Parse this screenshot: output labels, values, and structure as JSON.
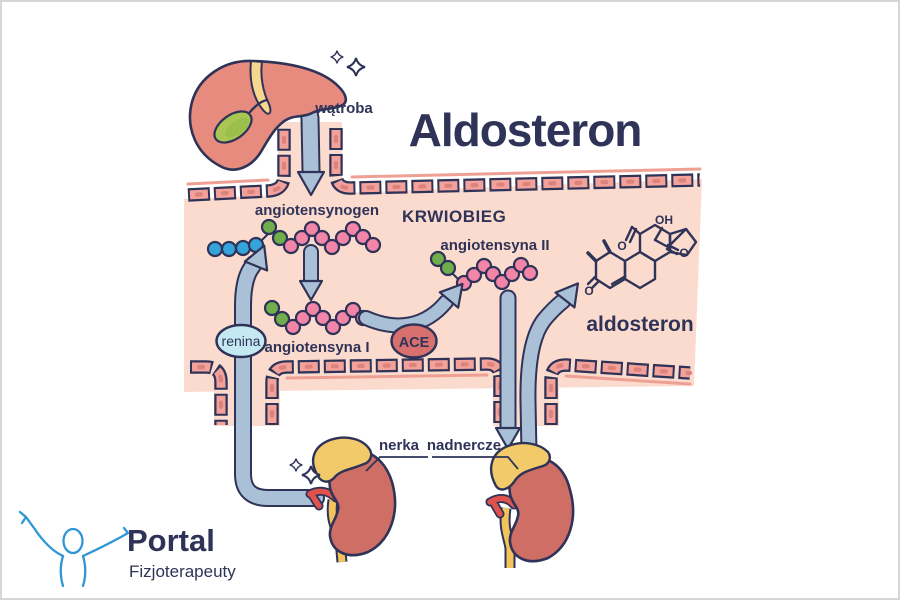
{
  "title": "Aldosteron",
  "vessel": {
    "label": "KRWIOBIEG"
  },
  "organs": {
    "liver": "wątroba",
    "kidney": "nerka",
    "adrenal": "nadnercze"
  },
  "molecules": {
    "angiotensinogen": "angiotensynogen",
    "angiotensin_i": "angiotensyna I",
    "angiotensin_ii": "angiotensyna II",
    "aldosterone": "aldosteron"
  },
  "enzymes": {
    "renin": "renina",
    "ace": "ACE"
  },
  "chem": {
    "oh": "OH",
    "o": "O"
  },
  "logo": {
    "brand": "Portal",
    "subtitle": "Fizjoterapeuty"
  },
  "colors": {
    "navy": "#2e3357",
    "vessel_fill": "#fcdbcf",
    "wall_cell": "#f2a29b",
    "arrow": "#a9c0d6",
    "bead_pink": "#f285a8",
    "bead_green": "#6fae4a",
    "bead_blue": "#35a3dc",
    "bloodstream_text": "#e2636c",
    "ace_fill": "#d7706e",
    "renin_fill": "#c5e9f2",
    "liver": "#e78b7f",
    "gallbladder": "#a9c653",
    "kidney": "#ce6e65",
    "adrenal": "#f3ca6a",
    "logo_blue": "#2f96d6"
  }
}
